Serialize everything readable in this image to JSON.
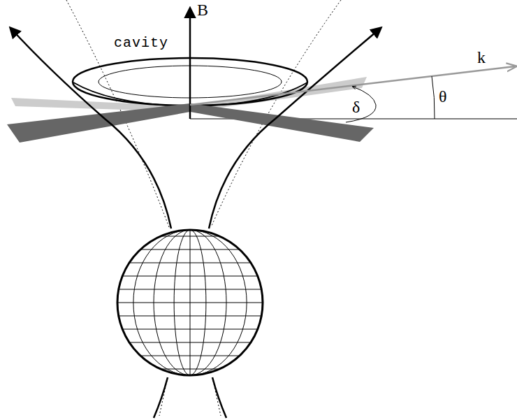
{
  "diagram": {
    "labels": [
      "B",
      "cavity",
      "k",
      "θ",
      "δ"
    ]
  }
}
